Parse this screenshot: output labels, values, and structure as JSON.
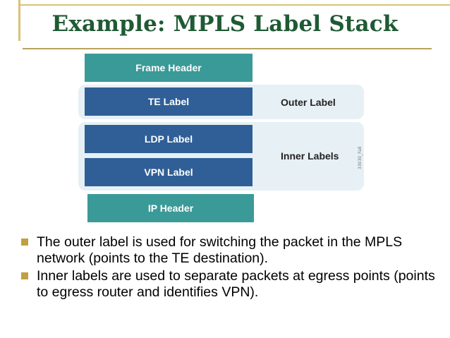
{
  "title": "Example: MPLS Label Stack",
  "diagram": {
    "frame_header": "Frame Header",
    "te_label": "TE Label",
    "ldp_label": "LDP Label",
    "vpn_label": "VPN Label",
    "ip_header": "IP Header",
    "outer_group_label": "Outer Label",
    "inner_group_label": "Inner Labels",
    "figure_code": "33030_Fa8"
  },
  "bullets": [
    {
      "text": "The outer label is used for switching the packet in the MPLS network (points to the TE destination)."
    },
    {
      "text": "Inner labels are used to separate packets at egress points (points to egress router and identifies VPN)."
    }
  ],
  "colors": {
    "title": "#1f5a34",
    "header_box": "#3a9a98",
    "label_box": "#2f5f96",
    "group_bg": "#e6f0f5",
    "bullet": "#c0a040"
  }
}
